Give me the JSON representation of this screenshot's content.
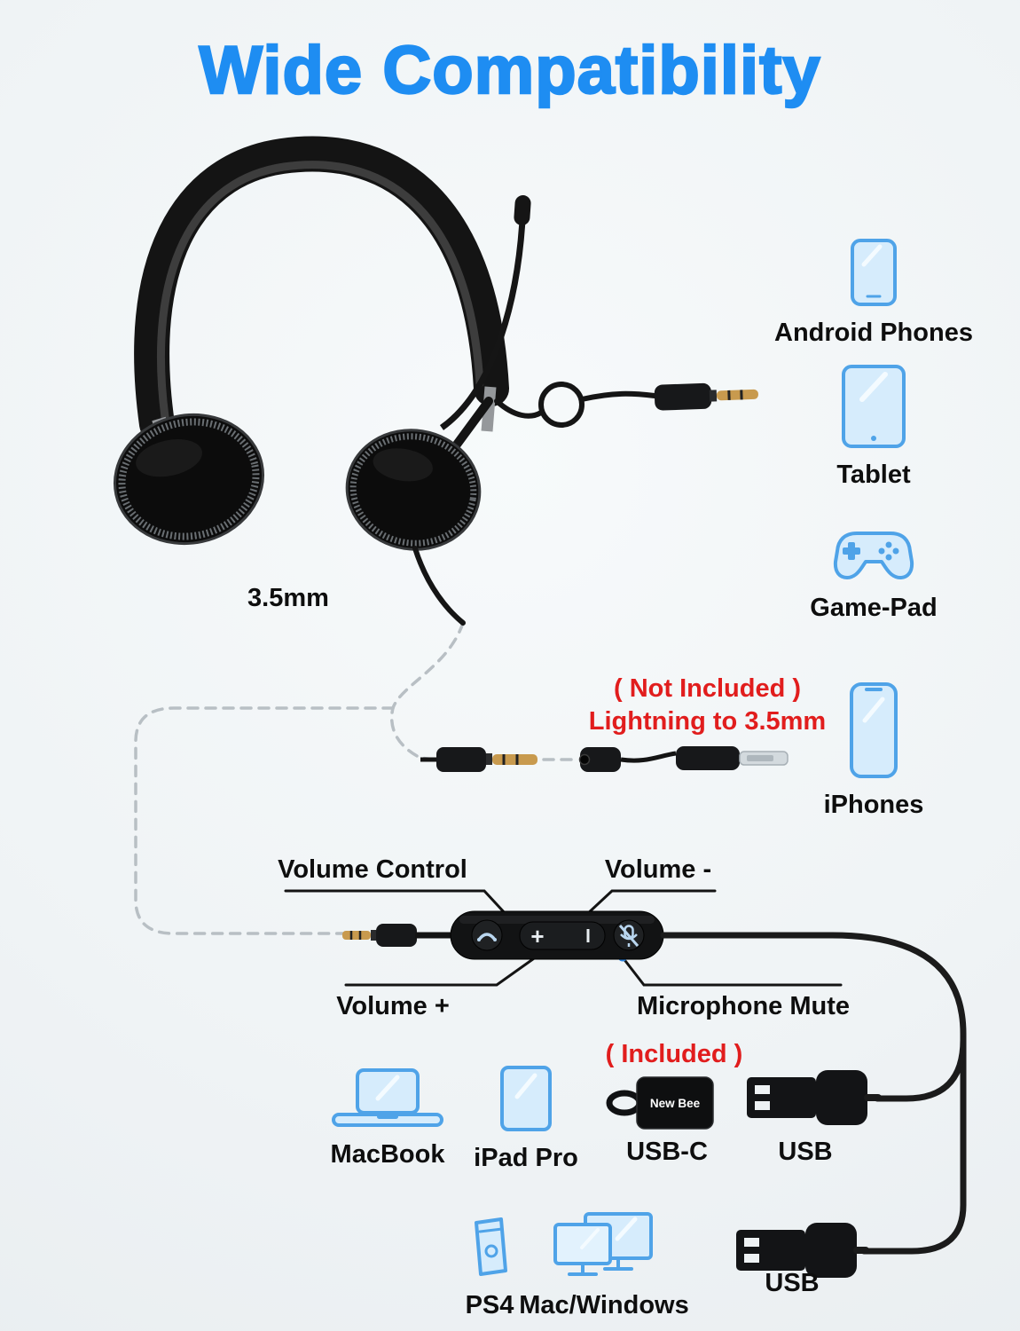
{
  "title": "Wide Compatibility",
  "colors": {
    "title_blue": "#1e8df2",
    "device_icon_blue": "#4fa3e8",
    "device_icon_fill": "#d6ecfc",
    "warning_red": "#e11d1d",
    "label_black": "#0e0e0e",
    "cable_black": "#1b1b1b",
    "dashed_gray": "#b8bfc4",
    "plug_gold": "#c89a4e"
  },
  "headset": {
    "plug_label": "3.5mm"
  },
  "right_devices": [
    {
      "icon": "android-phone-icon",
      "label": "Android Phones"
    },
    {
      "icon": "tablet-icon",
      "label": "Tablet"
    },
    {
      "icon": "gamepad-icon",
      "label": "Game-Pad"
    },
    {
      "icon": "iphone-icon",
      "label": "iPhones"
    }
  ],
  "adapter_note": {
    "line1": "( Not Included )",
    "line2": "Lightning to 3.5mm"
  },
  "remote": {
    "volume_control_label": "Volume Control",
    "volume_minus_label": "Volume -",
    "volume_plus_label": "Volume +",
    "mic_mute_label": "Microphone Mute",
    "rocker_plus_glyph": "+"
  },
  "included_note": "( Included )",
  "usb_c_adapter": {
    "brand_text": "New Bee"
  },
  "bottom_row1": [
    {
      "icon": "macbook-icon",
      "label": "MacBook"
    },
    {
      "icon": "ipad-icon",
      "label": "iPad Pro"
    },
    {
      "icon": "usb-c-adapter-icon",
      "label": "USB-C"
    },
    {
      "icon": "usb-plug-icon",
      "label": "USB"
    }
  ],
  "bottom_row2": [
    {
      "icon": "ps4-icon",
      "label": "PS4"
    },
    {
      "icon": "monitors-icon",
      "label": "Mac/Windows"
    },
    {
      "icon": "usb-plug-icon",
      "label": "USB"
    }
  ]
}
